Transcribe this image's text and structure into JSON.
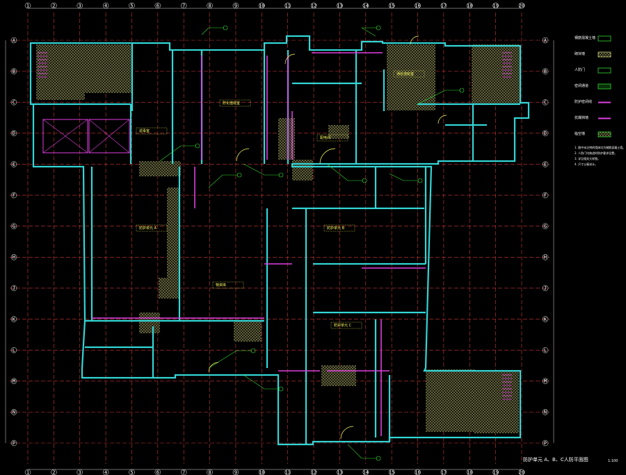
{
  "drawing": {
    "title": "防护单元    A、B、C人防平面图",
    "scale": "1:100",
    "colors": {
      "background": "#000000",
      "wall": "#33d6d6",
      "grid": "#d23a3a",
      "hatch": "#c9c97a",
      "annotation": "#33dd33",
      "accent": "#e040e0",
      "text": "#ffffff"
    },
    "axis_columns": [
      "1",
      "2",
      "3",
      "4",
      "5",
      "6",
      "7",
      "8",
      "9",
      "10",
      "11",
      "12",
      "13",
      "14",
      "15",
      "16",
      "17",
      "18",
      "19",
      "20"
    ],
    "axis_rows": [
      "A",
      "B",
      "C",
      "D",
      "E",
      "F",
      "G",
      "H",
      "J",
      "K",
      "L",
      "M",
      "N",
      "P"
    ],
    "rooms": [
      {
        "label": "防护单元 A"
      },
      {
        "label": "防护单元 B"
      },
      {
        "label": "防护单元 C"
      },
      {
        "label": "防化值班室"
      },
      {
        "label": "物资库"
      },
      {
        "label": "配电间"
      },
      {
        "label": "滤毒室"
      },
      {
        "label": "通信值班室"
      }
    ],
    "legend": {
      "items": [
        {
          "label": "钢筋混凝土墙",
          "color": "#33dd33",
          "pattern": "outline"
        },
        {
          "label": "砌块墙",
          "color": "#c9c97a",
          "pattern": "hatch"
        },
        {
          "label": "人防门",
          "color": "#33dd33",
          "pattern": "outline"
        },
        {
          "label": "密闭通道",
          "color": "#33dd33",
          "pattern": "fill"
        },
        {
          "label": "防护密闭线",
          "color": "#e040e0",
          "pattern": "line"
        },
        {
          "label": "抗爆挡墙",
          "color": "#e040e0",
          "pattern": "line"
        },
        {
          "label": "临空墙",
          "color": "#33dd33",
          "pattern": "hatch"
        }
      ],
      "notes": [
        "1. 图中未注明的墙体均为钢筋混凝土墙。",
        "2. 人防门均按战时防护要求设置。",
        "3. 详见相关大样图。",
        "4. 尺寸以毫米计。"
      ]
    }
  }
}
